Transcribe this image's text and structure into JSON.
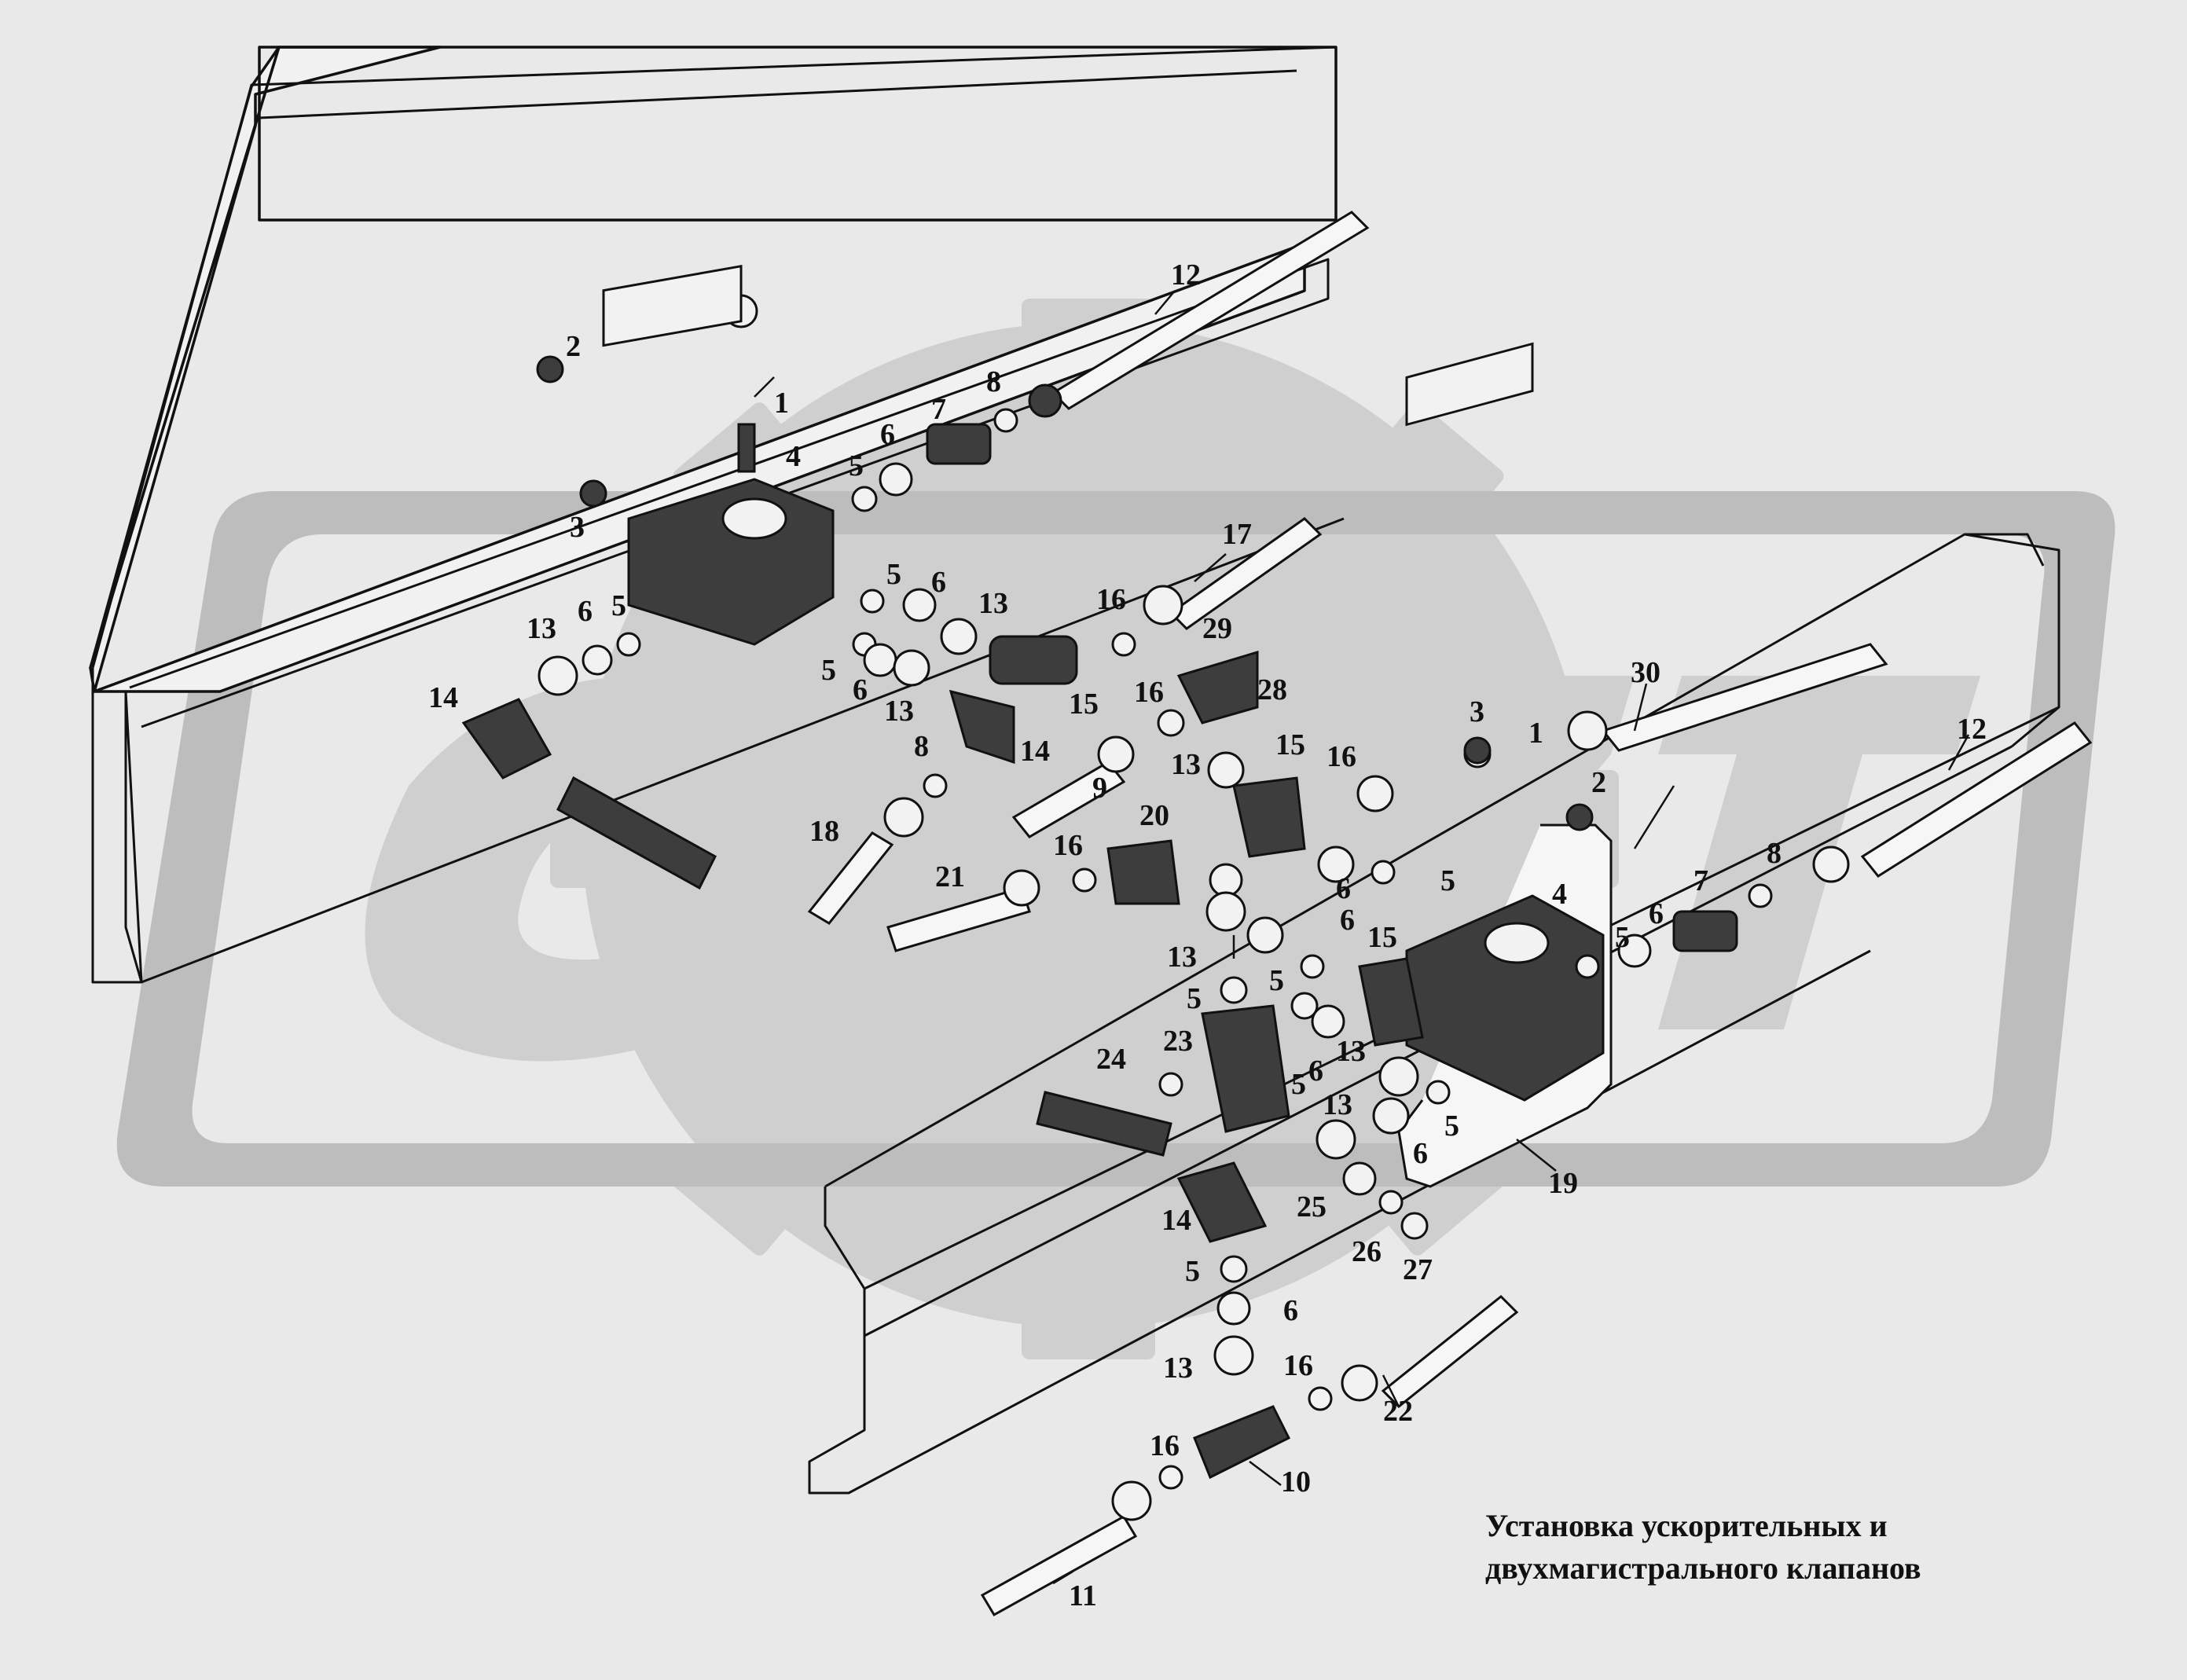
{
  "caption": {
    "line1": "Установка ускорительных и",
    "line2": "двухмагистрального клапанов"
  },
  "callouts": [
    {
      "id": "c1a",
      "text": "1"
    },
    {
      "id": "c2a",
      "text": "2"
    },
    {
      "id": "c3a",
      "text": "3"
    },
    {
      "id": "c4a",
      "text": "4"
    },
    {
      "id": "c5a",
      "text": "5"
    },
    {
      "id": "c6a",
      "text": "6"
    },
    {
      "id": "c7a",
      "text": "7"
    },
    {
      "id": "c8a",
      "text": "8"
    },
    {
      "id": "c12a",
      "text": "12"
    },
    {
      "id": "c17",
      "text": "17"
    },
    {
      "id": "c5b",
      "text": "5"
    },
    {
      "id": "c6b",
      "text": "6"
    },
    {
      "id": "c13a",
      "text": "13"
    },
    {
      "id": "c16a",
      "text": "16"
    },
    {
      "id": "c29",
      "text": "29"
    },
    {
      "id": "c13b",
      "text": "13"
    },
    {
      "id": "c6c",
      "text": "6"
    },
    {
      "id": "c5c",
      "text": "5"
    },
    {
      "id": "c14a",
      "text": "14"
    },
    {
      "id": "c5d",
      "text": "5"
    },
    {
      "id": "c6d",
      "text": "6"
    },
    {
      "id": "c13c",
      "text": "13"
    },
    {
      "id": "c15a",
      "text": "15"
    },
    {
      "id": "c16b",
      "text": "16"
    },
    {
      "id": "c28",
      "text": "28"
    },
    {
      "id": "c14b",
      "text": "14"
    },
    {
      "id": "c8b",
      "text": "8"
    },
    {
      "id": "c9",
      "text": "9"
    },
    {
      "id": "c18",
      "text": "18"
    },
    {
      "id": "c21",
      "text": "21"
    },
    {
      "id": "c16c",
      "text": "16"
    },
    {
      "id": "c20",
      "text": "20"
    },
    {
      "id": "c13d",
      "text": "13"
    },
    {
      "id": "c15b",
      "text": "15"
    },
    {
      "id": "c16d",
      "text": "16"
    },
    {
      "id": "c30",
      "text": "30"
    },
    {
      "id": "c3b",
      "text": "3"
    },
    {
      "id": "c1b",
      "text": "1"
    },
    {
      "id": "c2b",
      "text": "2"
    },
    {
      "id": "c12b",
      "text": "12"
    },
    {
      "id": "c8c",
      "text": "8"
    },
    {
      "id": "c7b",
      "text": "7"
    },
    {
      "id": "c6e",
      "text": "6"
    },
    {
      "id": "c5e",
      "text": "5"
    },
    {
      "id": "c4b",
      "text": "4"
    },
    {
      "id": "c6f",
      "text": "6"
    },
    {
      "id": "c5f",
      "text": "5"
    },
    {
      "id": "c13e",
      "text": "13"
    },
    {
      "id": "c6g",
      "text": "6"
    },
    {
      "id": "c5g",
      "text": "5"
    },
    {
      "id": "c15c",
      "text": "15"
    },
    {
      "id": "c5h",
      "text": "5"
    },
    {
      "id": "c23",
      "text": "23"
    },
    {
      "id": "c6h",
      "text": "6"
    },
    {
      "id": "c5i",
      "text": "5"
    },
    {
      "id": "c13f",
      "text": "13"
    },
    {
      "id": "c24",
      "text": "24"
    },
    {
      "id": "c13g",
      "text": "13"
    },
    {
      "id": "c6i",
      "text": "6"
    },
    {
      "id": "c5j",
      "text": "5"
    },
    {
      "id": "c19",
      "text": "19"
    },
    {
      "id": "c14c",
      "text": "14"
    },
    {
      "id": "c25",
      "text": "25"
    },
    {
      "id": "c26",
      "text": "26"
    },
    {
      "id": "c27",
      "text": "27"
    },
    {
      "id": "c5k",
      "text": "5"
    },
    {
      "id": "c6j",
      "text": "6"
    },
    {
      "id": "c13h",
      "text": "13"
    },
    {
      "id": "c16e",
      "text": "16"
    },
    {
      "id": "c22",
      "text": "22"
    },
    {
      "id": "c16f",
      "text": "16"
    },
    {
      "id": "c10",
      "text": "10"
    },
    {
      "id": "c11",
      "text": "11"
    }
  ]
}
